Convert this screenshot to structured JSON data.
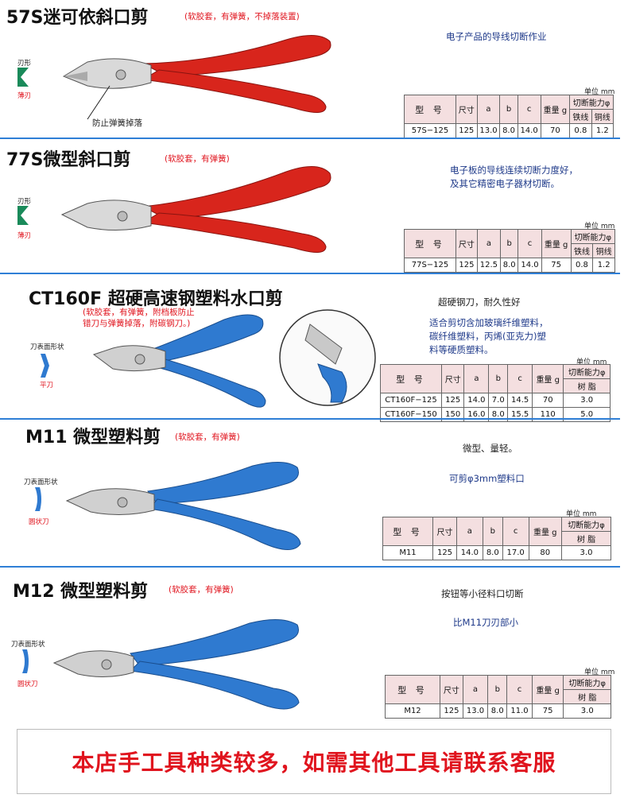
{
  "products": [
    {
      "title": "57S迷可依斜口剪",
      "note": "(软胶套，有弹簧，不掉落装置)",
      "desc": [
        "电子产品的导线切断作业"
      ],
      "blade_label": "刃形",
      "blade_name": "薄刃",
      "callout": "防止弹簧掉落",
      "unit": "单位 mm",
      "table": {
        "headers": [
          "型 号",
          "尺寸",
          "a",
          "b",
          "c",
          "重量 g",
          "切断能力φ"
        ],
        "subheaders": [
          "铁线",
          "铜线"
        ],
        "rows": [
          [
            "57S−125",
            "125",
            "13.0",
            "8.0",
            "14.0",
            "70",
            "0.8",
            "1.2"
          ]
        ]
      },
      "handle_color": "#d8251c"
    },
    {
      "title": "77S微型斜口剪",
      "note": "(软胶套，有弹簧)",
      "desc": [
        "电子板的导线连续切断力度好，",
        "及其它精密电子器材切断。"
      ],
      "blade_label": "刃形",
      "blade_name": "薄刃",
      "unit": "单位 mm",
      "table": {
        "headers": [
          "型 号",
          "尺寸",
          "a",
          "b",
          "c",
          "重量 g",
          "切断能力φ"
        ],
        "subheaders": [
          "铁线",
          "铜线"
        ],
        "rows": [
          [
            "77S−125",
            "125",
            "12.5",
            "8.0",
            "14.0",
            "75",
            "0.8",
            "1.2"
          ]
        ]
      },
      "handle_color": "#d8251c"
    },
    {
      "title": "CT160F 超硬高速钢塑料水口剪",
      "note": [
        "(软胶套，有弹簧，附档板防止",
        "错刀与弹簧掉落，附碳钢刀。)"
      ],
      "desc_top": "超硬钢刀，耐久性好",
      "desc": [
        "适合剪切含加玻璃纤维塑料，",
        "碳纤维塑料，丙烯(亚克力)塑",
        "料等硬质塑料。"
      ],
      "blade_label": "刀表面形状",
      "blade_name": "平刀",
      "unit": "单位 mm",
      "table": {
        "headers": [
          "型 号",
          "尺寸",
          "a",
          "b",
          "c",
          "重量 g",
          "切断能力φ"
        ],
        "subheaders": [
          "树 脂"
        ],
        "rows": [
          [
            "CT160F−125",
            "125",
            "14.0",
            "7.0",
            "14.5",
            "70",
            "3.0"
          ],
          [
            "CT160F−150",
            "150",
            "16.0",
            "8.0",
            "15.5",
            "110",
            "5.0"
          ]
        ]
      },
      "handle_color": "#2f7ad0"
    },
    {
      "title": "M11 微型塑料剪",
      "note": "(软胶套，有弹簧)",
      "desc_top": "微型、量轻。",
      "desc": [
        "可剪φ3mm塑料口"
      ],
      "blade_label": "刀表面形状",
      "blade_name": "圆状刀",
      "unit": "单位 mm",
      "table": {
        "headers": [
          "型 号",
          "尺寸",
          "a",
          "b",
          "c",
          "重量 g",
          "切断能力φ"
        ],
        "subheaders": [
          "树 脂"
        ],
        "rows": [
          [
            "M11",
            "125",
            "14.0",
            "8.0",
            "17.0",
            "80",
            "3.0"
          ]
        ]
      },
      "handle_color": "#2f7ad0"
    },
    {
      "title": "M12 微型塑料剪",
      "note": "(软胶套，有弹簧)",
      "desc_top": "按钮等小径料口切断",
      "desc": [
        "比M11刀刃部小"
      ],
      "blade_label": "刀表面形状",
      "blade_name": "圆状刀",
      "unit": "单位 mm",
      "table": {
        "headers": [
          "型 号",
          "尺寸",
          "a",
          "b",
          "c",
          "重量 g",
          "切断能力φ"
        ],
        "subheaders": [
          "树 脂"
        ],
        "rows": [
          [
            "M12",
            "125",
            "13.0",
            "8.0",
            "11.0",
            "75",
            "3.0"
          ]
        ]
      },
      "handle_color": "#2f7ad0"
    }
  ],
  "banner": "本店手工具种类较多，如需其他工具请联系客服"
}
